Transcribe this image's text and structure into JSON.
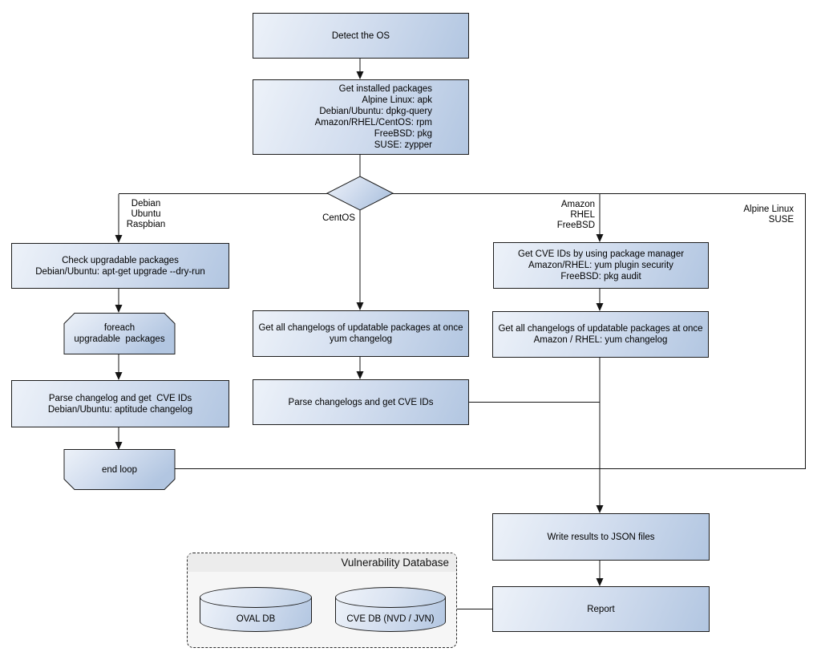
{
  "nodes": {
    "detect_os": "Detect the OS",
    "get_installed_packages": "Get installed packages\nAlpine Linux: apk\nDebian/Ubuntu: dpkg-query\nAmazon/RHEL/CentOS: rpm\nFreeBSD: pkg\nSUSE: zypper",
    "check_upgradable": "Check upgradable packages\nDebian/Ubuntu: apt-get upgrade --dry-run",
    "foreach_loop": "foreach\nupgradable  packages",
    "parse_changelog_deb": "Parse changelog and get  CVE IDs\nDebian/Ubuntu: aptitude changelog",
    "end_loop": "end loop",
    "get_changelogs_centos": "Get all changelogs of updatable packages at once\nyum changelog",
    "parse_changelogs_centos": "Parse changelogs and get CVE IDs",
    "get_cve_ids_pkg_mgr": "Get CVE IDs by using package manager\nAmazon/RHEL: yum plugin security\nFreeBSD: pkg audit",
    "get_changelogs_amazon": "Get all changelogs of updatable packages at once\nAmazon / RHEL: yum changelog",
    "write_json": "Write results to JSON files",
    "report": "Report"
  },
  "edge_labels": {
    "debian_branch": "Debian\nUbuntu\nRaspbian",
    "centos_branch": "CentOS",
    "amazon_branch": "Amazon\nRHEL\nFreeBSD",
    "alpine_branch": "Alpine Linux\nSUSE"
  },
  "database": {
    "title": "Vulnerability Database",
    "cylinders": [
      {
        "label": "OVAL DB"
      },
      {
        "label": "CVE DB (NVD / JVN)"
      }
    ]
  },
  "colors": {
    "canvas_bg": "#ffffff",
    "node_gradient_start": "#edf2f9",
    "node_gradient_end": "#b2c6e1",
    "node_border": "#1d1d1d",
    "connector": "#141414",
    "db_panel_bg": "#f6f6f6",
    "db_header_bg": "#ececec"
  }
}
